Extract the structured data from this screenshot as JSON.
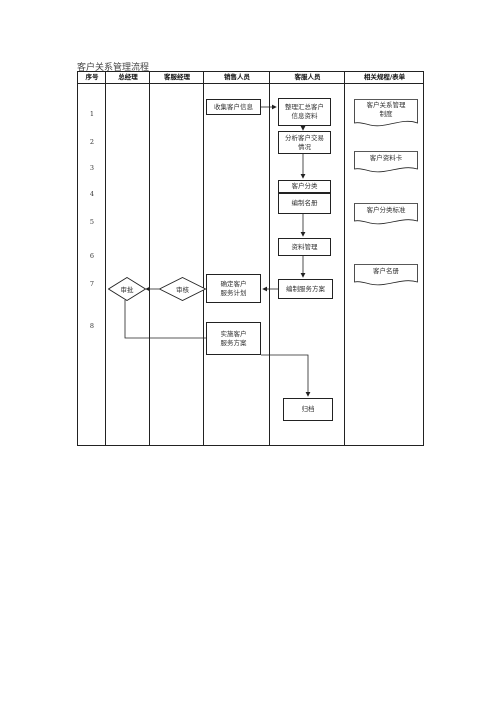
{
  "title": "客户关系管理流程",
  "headers": [
    "序号",
    "总经理",
    "客服经理",
    "销售人员",
    "客服人员",
    "相关规程/表单"
  ],
  "row_numbers": [
    "1",
    "2",
    "3",
    "4",
    "5",
    "6",
    "7",
    "8"
  ],
  "steps": {
    "collect": "收集客户信息",
    "organize": "整理汇总客户\n信息资料",
    "analyze": "分析客户交易\n情况",
    "classify": "客户分类",
    "catalog": "编制名册",
    "data_mgmt": "资料管理",
    "make_plan": "编制服务方案",
    "confirm_plan": "确定客户\n服务计划",
    "review": "审核",
    "approve": "审批",
    "implement": "实施客户\n服务方案",
    "archive": "归档"
  },
  "documents": {
    "crm_policy": "客户关系管理\n制度",
    "profile_card": "客户资料卡",
    "class_standard": "客户分类标准",
    "roster": "客户名册"
  }
}
